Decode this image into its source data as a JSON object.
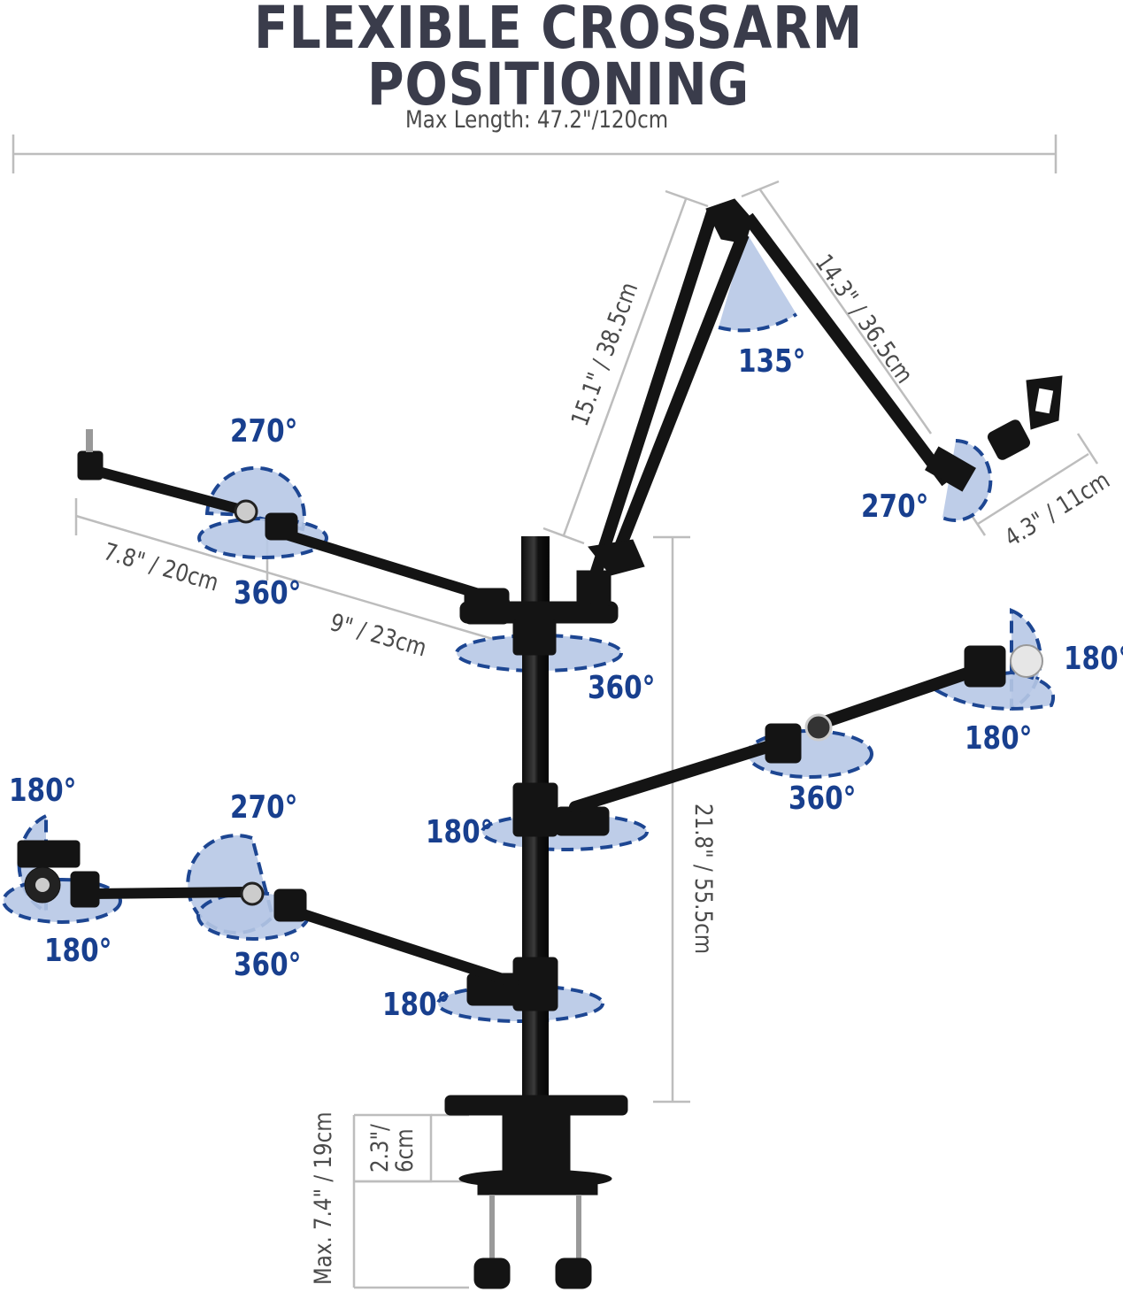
{
  "header": {
    "title": "FLEXIBLE CROSSARM POSITIONING"
  },
  "dimensions": {
    "max_length": "Max Length: 47.2\"/120cm",
    "boom_lower": "15.1\" / 38.5cm",
    "boom_upper": "14.3\" / 36.5cm",
    "mic_clip": "4.3\" / 11cm",
    "left_arm_outer": "7.8\" / 20cm",
    "left_arm_inner": "9\" / 23cm",
    "pole_height": "21.8\" / 55.5cm",
    "clamp_gap": "2.3\"/ 6cm",
    "clamp_max": "Max. 7.4\" / 19cm"
  },
  "angles": {
    "boom_elbow": "135°",
    "boom_mic_head": "270°",
    "top_left_joint_vertical": "270°",
    "top_left_joint_horizontal": "360°",
    "top_collar": "360°",
    "right_tip_vertical": "180°",
    "right_tip_horizontal": "180°",
    "right_mid_joint": "360°",
    "middle_collar": "180°",
    "bottom_left_tip_vertical": "180°",
    "bottom_left_tip_horizontal": "180°",
    "bottom_left_joint_vertical": "270°",
    "bottom_left_joint_horizontal": "360°",
    "bottom_collar": "180°"
  },
  "colors": {
    "title": "#3a3c4b",
    "angle_text": "#183f8e",
    "rotation_fill": "#b7c8e6",
    "rotation_stroke": "#1d4692",
    "dimension_line": "#bdbdbd",
    "metal": "#141414"
  }
}
